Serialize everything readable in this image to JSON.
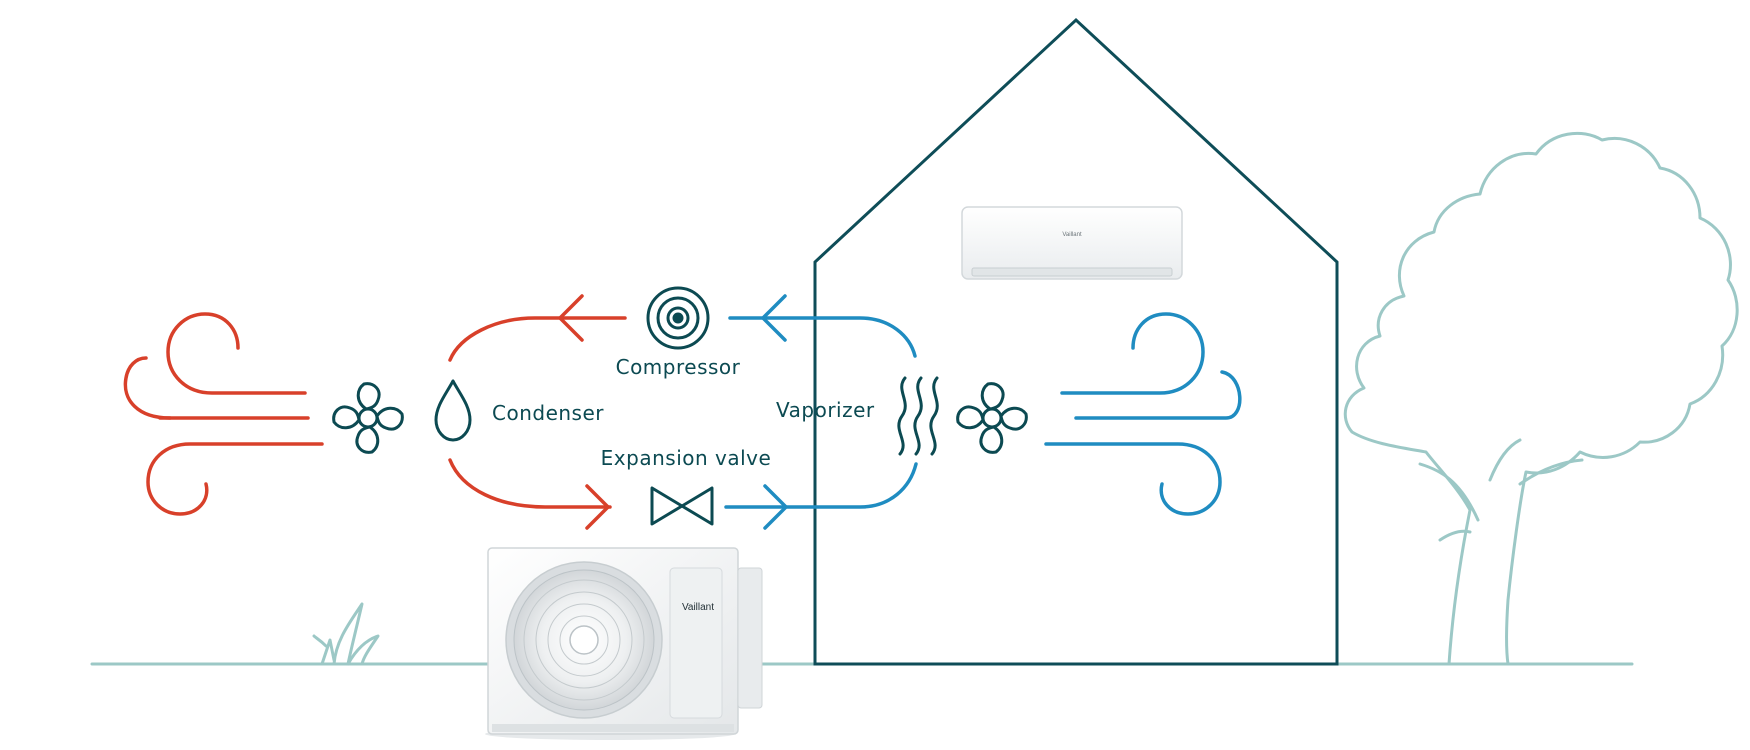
{
  "labels": {
    "compressor": "Compressor",
    "condenser": "Condenser",
    "vaporizer": "Vaporizer",
    "expansion_valve": "Expansion valve"
  },
  "brand": {
    "outdoor_unit": "Vaillant",
    "indoor_unit": "Vaillant"
  },
  "colors": {
    "hot": "#d8402a",
    "cold": "#1f8cc1",
    "house": "#0e4d58",
    "landscape": "#9cc8c6",
    "icon": "#0c4a52"
  }
}
